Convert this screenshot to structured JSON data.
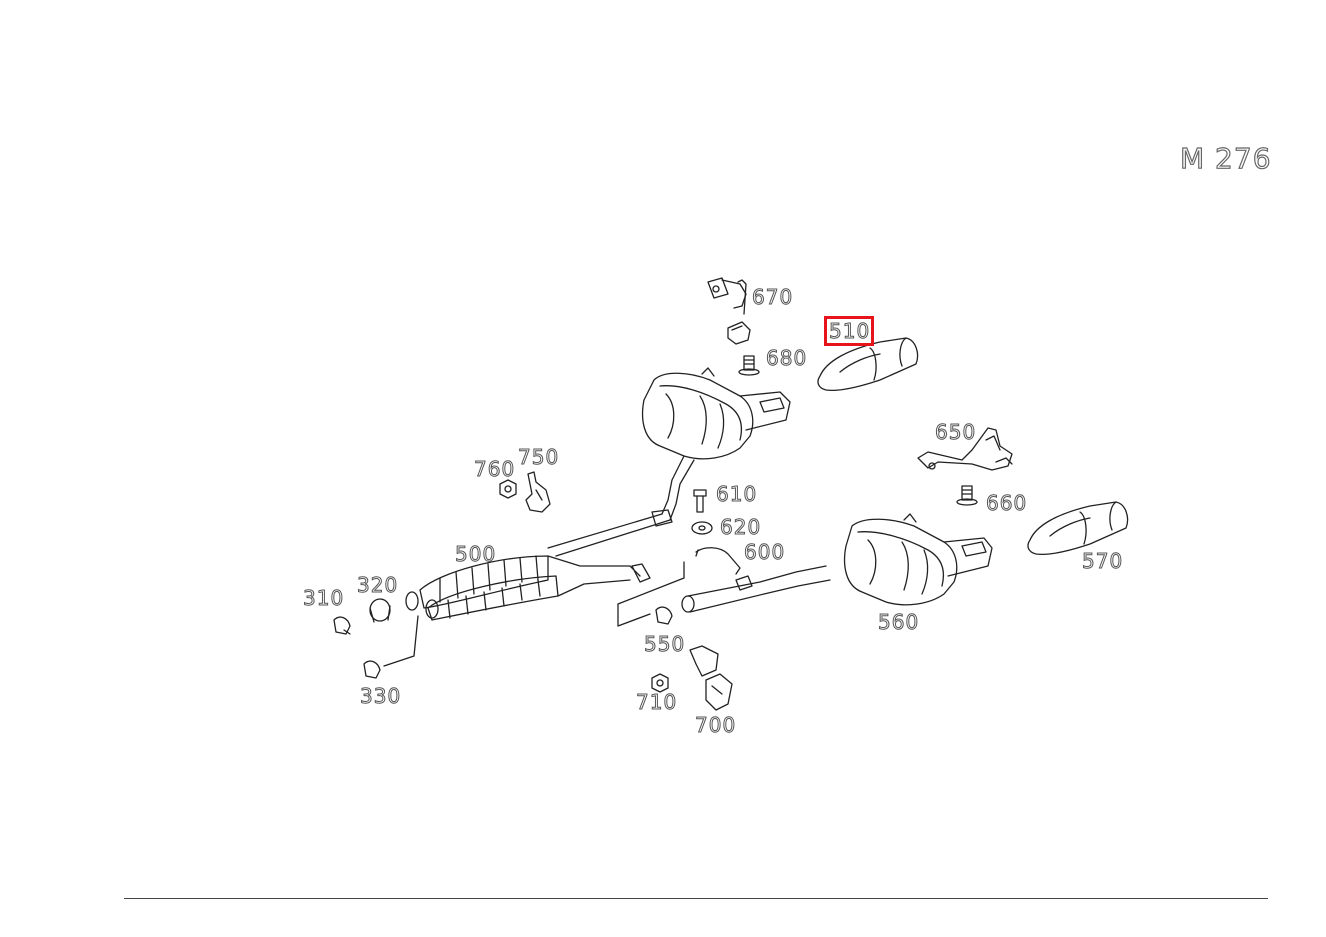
{
  "model": "M 276",
  "highlighted_part": "510",
  "highlight_color": "#e8141c",
  "parts": [
    {
      "id": "p670",
      "label": "670"
    },
    {
      "id": "p510",
      "label": "510"
    },
    {
      "id": "p680",
      "label": "680"
    },
    {
      "id": "p650",
      "label": "650"
    },
    {
      "id": "p760",
      "label": "760"
    },
    {
      "id": "p750",
      "label": "750"
    },
    {
      "id": "p610",
      "label": "610"
    },
    {
      "id": "p660",
      "label": "660"
    },
    {
      "id": "p620",
      "label": "620"
    },
    {
      "id": "p500",
      "label": "500"
    },
    {
      "id": "p600",
      "label": "600"
    },
    {
      "id": "p570",
      "label": "570"
    },
    {
      "id": "p320",
      "label": "320"
    },
    {
      "id": "p310",
      "label": "310"
    },
    {
      "id": "p560",
      "label": "560"
    },
    {
      "id": "p550",
      "label": "550"
    },
    {
      "id": "p330",
      "label": "330"
    },
    {
      "id": "p710",
      "label": "710"
    },
    {
      "id": "p700",
      "label": "700"
    }
  ]
}
